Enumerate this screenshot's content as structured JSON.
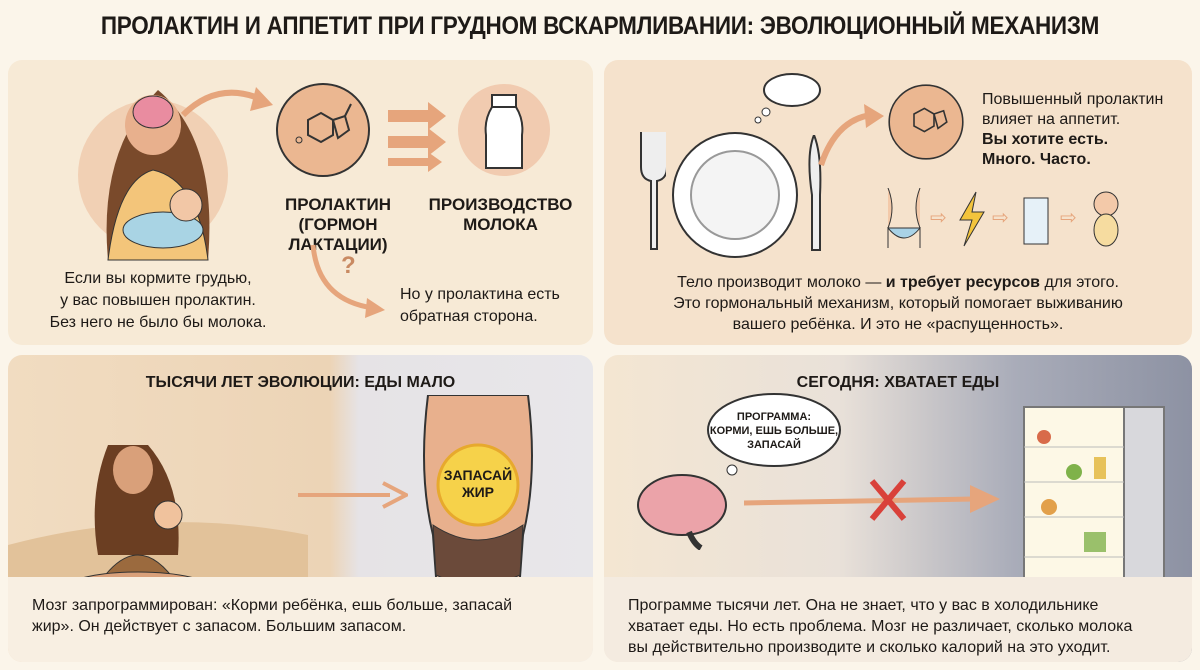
{
  "title": "ПРОЛАКТИН И АППЕТИТ ПРИ ГРУДНОМ ВСКАРМЛИВАНИИ: ЭВОЛЮЦИОННЫЙ МЕХАНИЗМ",
  "panel1": {
    "prolactin_label_1": "ПРОЛАКТИН",
    "prolactin_label_2": "(ГОРМОН ЛАКТАЦИИ)",
    "milk_label_1": "ПРОИЗВОДСТВО",
    "milk_label_2": "МОЛОКА",
    "question_mark": "?",
    "text_left": [
      "Если вы кормите грудью,",
      "у вас повышен пролактин.",
      "Без него не было бы молока."
    ],
    "text_right": [
      "Но у пролактина есть",
      "обратная сторона."
    ]
  },
  "panel2": {
    "text_top": [
      "Повышенный пролактин",
      "влияет на аппетит."
    ],
    "text_bold": [
      "Вы хотите есть.",
      "Много. Часто."
    ],
    "bottom_line1_a": "Тело производит молоко — ",
    "bottom_line1_b": "и требует ресурсов",
    "bottom_line1_c": " для этого.",
    "bottom_line2": "Это гормональный механизм, который помогает выживанию",
    "bottom_line3": "вашего ребёнка. И это не «распущенность»."
  },
  "panel3": {
    "heading": "ТЫСЯЧИ ЛЕТ ЭВОЛЮЦИИ: ЕДЫ МАЛО",
    "belly_label_1": "ЗАПАСАЙ",
    "belly_label_2": "ЖИР",
    "caption": [
      "Мозг запрограммирован: «Корми ребёнка, ешь больше, запасай",
      "жир».  Он действует с запасом. Большим запасом."
    ]
  },
  "panel4": {
    "heading": "СЕГОДНЯ: ХВАТАЕТ ЕДЫ",
    "bubble": [
      "ПРОГРАММА:",
      "КОРМИ, ЕШЬ БОЛЬШЕ,",
      "ЗАПАСАЙ"
    ],
    "caption": [
      "Программе тысячи лет. Она не знает, что у вас в холодильнике",
      "хватает еды. Но есть проблема. Мозг не различает, сколько молока",
      "вы действительно производите и сколько калорий на это уходит."
    ]
  },
  "colors": {
    "accent": "#e8b48f",
    "arrow": "#e6a57c",
    "cross": "#d9413a",
    "bolt": "#f3c43c"
  }
}
